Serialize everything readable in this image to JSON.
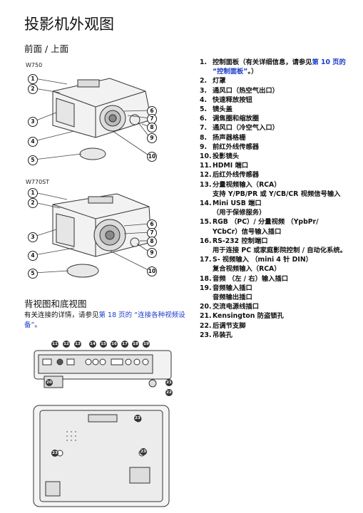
{
  "title": "投影机外观图",
  "front_section": "前面 / 上面",
  "rear_section": "背视图和底视图",
  "models": {
    "a": "W750",
    "b": "W770ST"
  },
  "note": {
    "text": "有关连接的详情，请参见",
    "link": "第 18 页的 “连接各种视频设备”",
    "end": "。"
  },
  "front_callouts": [
    "1",
    "2",
    "3",
    "4",
    "5",
    "6",
    "7",
    "8",
    "9",
    "10"
  ],
  "rear_callouts": [
    "11",
    "12",
    "13",
    "14",
    "15",
    "16",
    "17",
    "18",
    "19"
  ],
  "side_callouts": [
    "20",
    "21",
    "22"
  ],
  "bottom_callouts": [
    "23",
    "23",
    "23"
  ],
  "items": [
    {
      "num": "1.",
      "text": "控制面板（有关详细信息，请参见",
      "link": "第 10 页的 “控制面板”",
      "end": "。）"
    },
    {
      "num": "2.",
      "text": "灯罩"
    },
    {
      "num": "3.",
      "text": "通风口（热空气出口）"
    },
    {
      "num": "4.",
      "text": "快速释放按钮"
    },
    {
      "num": "5.",
      "text": "镜头盖"
    },
    {
      "num": "6.",
      "text": "调焦圈和缩放圈"
    },
    {
      "num": "7.",
      "text": "通风口（冷空气入口）"
    },
    {
      "num": "8.",
      "text": "扬声器格栅"
    },
    {
      "num": "9.",
      "text": "前红外线传感器"
    },
    {
      "num": "10.",
      "text": "投影镜头"
    },
    {
      "num": "11.",
      "text": "HDMI 端口"
    },
    {
      "num": "12.",
      "text": "后红外线传感器"
    },
    {
      "num": "13.",
      "text": "分量视频输入（RCA）",
      "sub": "支持 Y/PB/PR 或 Y/CB/CR 视频信号输入"
    },
    {
      "num": "14.",
      "text": "Mini USB 端口",
      "sub": "（用于保修服务）"
    },
    {
      "num": "15.",
      "text": "RGB （PC）/ 分量视频 （YpbPr/",
      "sub": "YCbCr）信号输入插口"
    },
    {
      "num": "16.",
      "text": "RS-232 控制端口",
      "sub": "用于连接 PC 或家庭影院控制 / 自动化系统。"
    },
    {
      "num": "17.",
      "text": "S- 视频输入 （mini 4 针 DIN）",
      "sub": "复合视频输入（RCA）"
    },
    {
      "num": "18.",
      "text": "音频 （左 / 右）输入插口"
    },
    {
      "num": "19.",
      "text": "音频输入插口",
      "sub": "音频输出插口"
    },
    {
      "num": "20.",
      "text": "交流电源线插口"
    },
    {
      "num": "21.",
      "text": "Kensington 防盗锁孔"
    },
    {
      "num": "22.",
      "text": "后调节支脚"
    },
    {
      "num": "23.",
      "text": "吊装孔"
    }
  ]
}
